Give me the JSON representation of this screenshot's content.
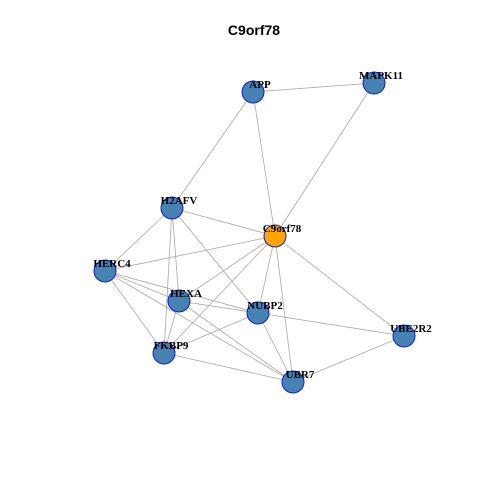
{
  "title": "C9orf78",
  "colors": {
    "default_node": "#4682b4",
    "center_node": "#ffa500",
    "node_border": "#1a1acc",
    "edge": "#a8a8a8"
  },
  "nodes": [
    {
      "id": "C9orf78",
      "label": "C9orf78",
      "center": true
    },
    {
      "id": "APP",
      "label": "APP"
    },
    {
      "id": "MAPK11",
      "label": "MAPK11"
    },
    {
      "id": "H2AFV",
      "label": "H2AFV"
    },
    {
      "id": "HERC4",
      "label": "HERC4"
    },
    {
      "id": "HEXA",
      "label": "HEXA"
    },
    {
      "id": "NUBP2",
      "label": "NUBP2"
    },
    {
      "id": "UBE2R2",
      "label": "UBE2R2"
    },
    {
      "id": "FKBP9",
      "label": "FKBP9"
    },
    {
      "id": "UBR7",
      "label": "UBR7"
    }
  ],
  "edges": [
    [
      "APP",
      "MAPK11"
    ],
    [
      "APP",
      "H2AFV"
    ],
    [
      "APP",
      "C9orf78"
    ],
    [
      "MAPK11",
      "C9orf78"
    ],
    [
      "H2AFV",
      "C9orf78"
    ],
    [
      "H2AFV",
      "HERC4"
    ],
    [
      "H2AFV",
      "HEXA"
    ],
    [
      "H2AFV",
      "FKBP9"
    ],
    [
      "H2AFV",
      "NUBP2"
    ],
    [
      "C9orf78",
      "HERC4"
    ],
    [
      "C9orf78",
      "HEXA"
    ],
    [
      "C9orf78",
      "NUBP2"
    ],
    [
      "C9orf78",
      "FKBP9"
    ],
    [
      "C9orf78",
      "UBR7"
    ],
    [
      "C9orf78",
      "UBE2R2"
    ],
    [
      "HERC4",
      "HEXA"
    ],
    [
      "HERC4",
      "NUBP2"
    ],
    [
      "HERC4",
      "FKBP9"
    ],
    [
      "HERC4",
      "UBR7"
    ],
    [
      "HEXA",
      "NUBP2"
    ],
    [
      "HEXA",
      "FKBP9"
    ],
    [
      "HEXA",
      "UBR7"
    ],
    [
      "NUBP2",
      "UBE2R2"
    ],
    [
      "NUBP2",
      "UBR7"
    ],
    [
      "NUBP2",
      "FKBP9"
    ],
    [
      "FKBP9",
      "UBR7"
    ],
    [
      "UBE2R2",
      "UBR7"
    ]
  ]
}
